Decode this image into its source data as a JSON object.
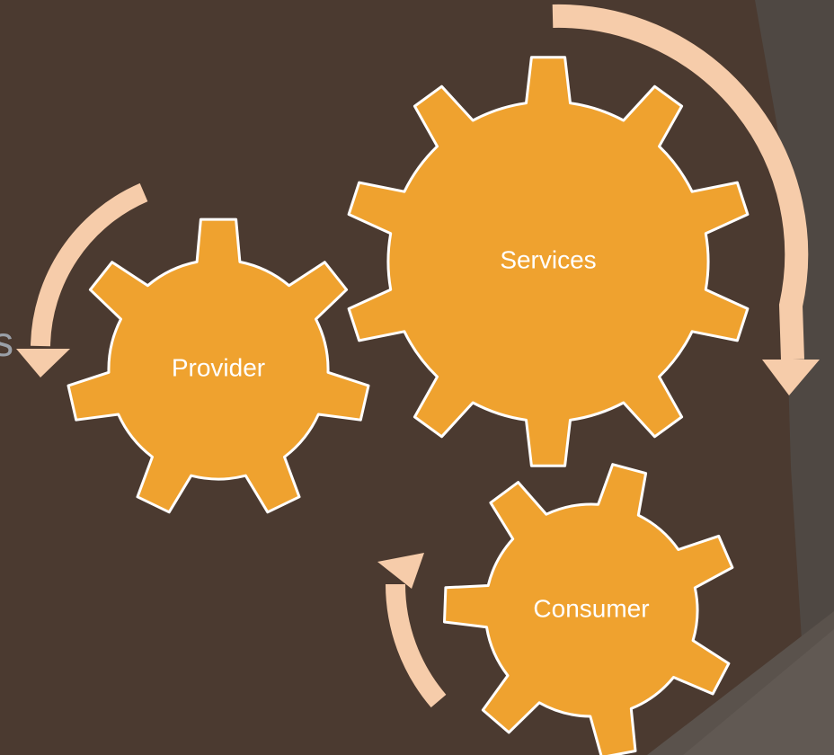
{
  "diagram": {
    "gears": [
      {
        "id": "services",
        "label": "Services"
      },
      {
        "id": "provider",
        "label": "Provider"
      },
      {
        "id": "consumer",
        "label": "Consumer"
      }
    ],
    "edge_text": "s",
    "colors": {
      "background": "#4b3a30",
      "gear_fill": "#efa22f",
      "gear_stroke": "#ffffff",
      "arrow": "#f6ccaa",
      "label": "#ffffff",
      "edge_text": "#9aa0a8"
    }
  }
}
